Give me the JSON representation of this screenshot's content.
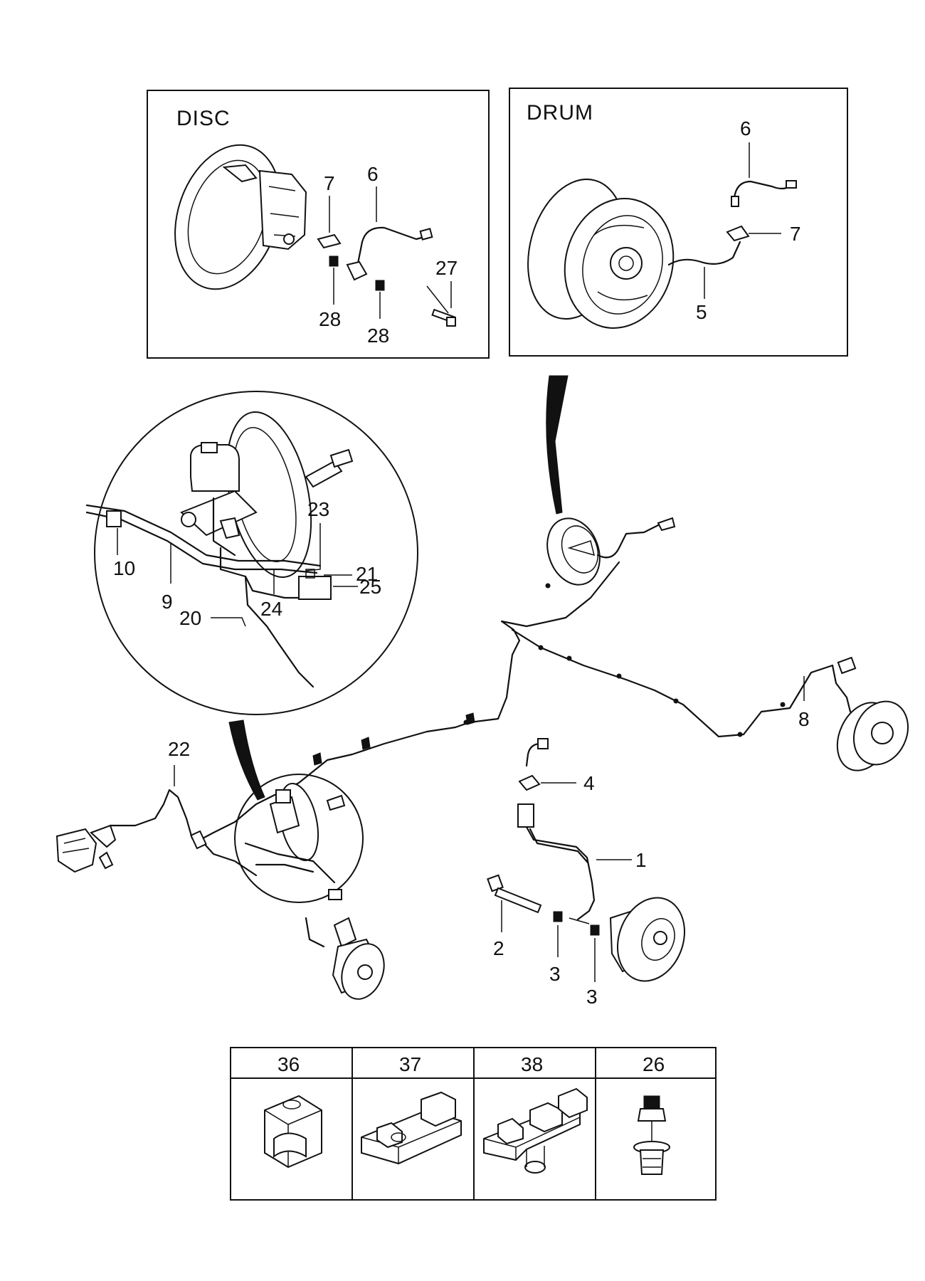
{
  "insets": {
    "disc": {
      "title": "DISC",
      "labels": [
        "7",
        "6",
        "27",
        "28",
        "28"
      ]
    },
    "drum": {
      "title": "DRUM",
      "labels": [
        "6",
        "7",
        "5"
      ]
    }
  },
  "master_cylinder": {
    "labels": [
      "23",
      "10",
      "21",
      "9",
      "25",
      "24",
      "20"
    ]
  },
  "main": {
    "labels": [
      "22",
      "8",
      "4",
      "1",
      "2",
      "3",
      "3"
    ]
  },
  "clips_table": {
    "headers": [
      "36",
      "37",
      "38",
      "26"
    ]
  }
}
